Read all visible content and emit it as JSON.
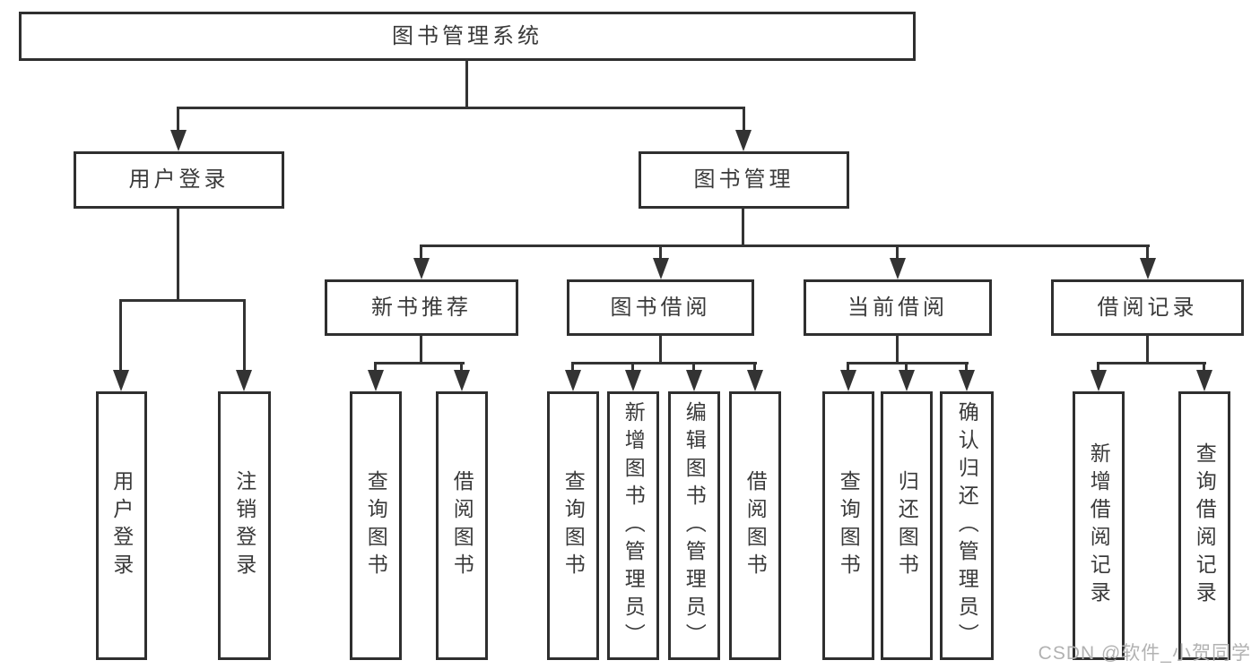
{
  "diagram_title": "图书管理系统",
  "nodes": {
    "root": "图书管理系统",
    "user_login": "用户登录",
    "book_mgmt": "图书管理",
    "leaf_user_login": "用户登录",
    "leaf_logout": "注销登录",
    "new_book_rec": "新书推荐",
    "book_borrow": "图书借阅",
    "current_borrow": "当前借阅",
    "borrow_record": "借阅记录",
    "nb_query": "查询图书",
    "nb_borrow": "借阅图书",
    "bb_query": "查询图书",
    "bb_add": "新增图书（管理员）",
    "bb_edit": "编辑图书（管理员）",
    "bb_borrow": "借阅图书",
    "cb_query": "查询图书",
    "cb_return": "归还图书",
    "cb_confirm": "确认归还（管理员）",
    "br_add": "新增借阅记录",
    "br_query": "查询借阅记录"
  },
  "edges": [
    {
      "from": "root",
      "to": "user_login"
    },
    {
      "from": "root",
      "to": "book_mgmt"
    },
    {
      "from": "user_login",
      "to": "leaf_user_login"
    },
    {
      "from": "user_login",
      "to": "leaf_logout"
    },
    {
      "from": "book_mgmt",
      "to": "new_book_rec"
    },
    {
      "from": "book_mgmt",
      "to": "book_borrow"
    },
    {
      "from": "book_mgmt",
      "to": "current_borrow"
    },
    {
      "from": "book_mgmt",
      "to": "borrow_record"
    },
    {
      "from": "new_book_rec",
      "to": "nb_query"
    },
    {
      "from": "new_book_rec",
      "to": "nb_borrow"
    },
    {
      "from": "book_borrow",
      "to": "bb_query"
    },
    {
      "from": "book_borrow",
      "to": "bb_add"
    },
    {
      "from": "book_borrow",
      "to": "bb_edit"
    },
    {
      "from": "book_borrow",
      "to": "bb_borrow"
    },
    {
      "from": "current_borrow",
      "to": "cb_query"
    },
    {
      "from": "current_borrow",
      "to": "cb_return"
    },
    {
      "from": "current_borrow",
      "to": "cb_confirm"
    },
    {
      "from": "borrow_record",
      "to": "br_add"
    },
    {
      "from": "borrow_record",
      "to": "br_query"
    }
  ],
  "watermark": "CSDN @软件_小贺同学",
  "colors": {
    "line": "#333333",
    "box_border": "#2f2f2f",
    "text": "#3a3a3a",
    "watermark": "#b2b2b2",
    "background": "#ffffff"
  }
}
